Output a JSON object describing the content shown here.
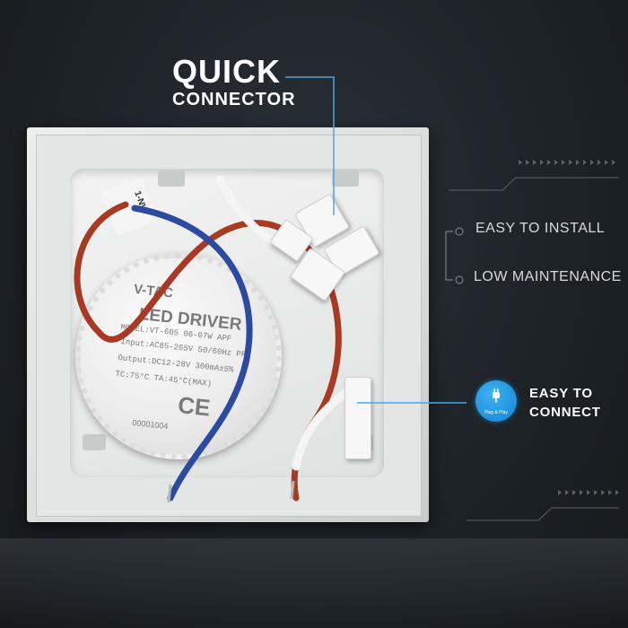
{
  "headline": {
    "line1": "QUICK",
    "line2": "CONNECTOR"
  },
  "features": [
    {
      "label": "EASY TO INSTALL"
    },
    {
      "label": "LOW MAINTENANCE"
    }
  ],
  "connect": {
    "line1": "EASY TO",
    "line2": "CONNECT",
    "badge_icon": "plug-icon",
    "badge_text": "Plug & Play",
    "badge_color": "#1a8fe0"
  },
  "driver": {
    "brand": "V-TAC",
    "title": "LED DRIVER",
    "model": "MODEL:VT-605  06-07W  APF",
    "input": "Input:AC85-265V  50/60Hz PF",
    "output": "Output:DC12-28V  300mA±5%",
    "tc": "TC:75°C  TA:45°C(MAX)",
    "ce": "CE",
    "serial": "00001004"
  },
  "wire_label": "1-NW",
  "colors": {
    "accent": "#1a8fe0",
    "callout_line": "#4aa8e0",
    "wire_red": "#a83a24",
    "wire_blue": "#2c4aa0"
  }
}
